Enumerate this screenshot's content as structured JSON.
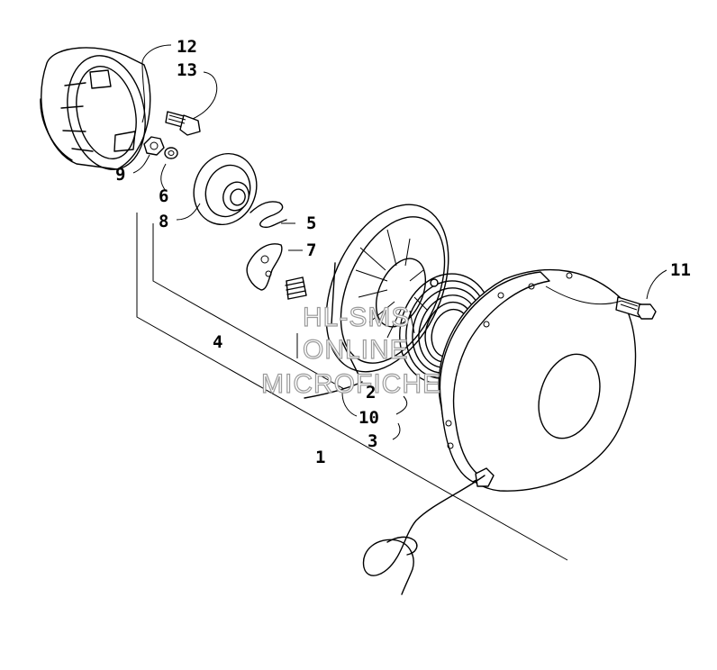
{
  "callouts": {
    "c1": "1",
    "c2": "2",
    "c3": "3",
    "c4": "4",
    "c5": "5",
    "c6": "6",
    "c7": "7",
    "c8": "8",
    "c9": "9",
    "c10": "10",
    "c11": "11",
    "c12": "12",
    "c13": "13"
  },
  "watermark": {
    "line1": "HL-SMS",
    "line2": "ONLINE",
    "line3": "MICROFICHE"
  }
}
